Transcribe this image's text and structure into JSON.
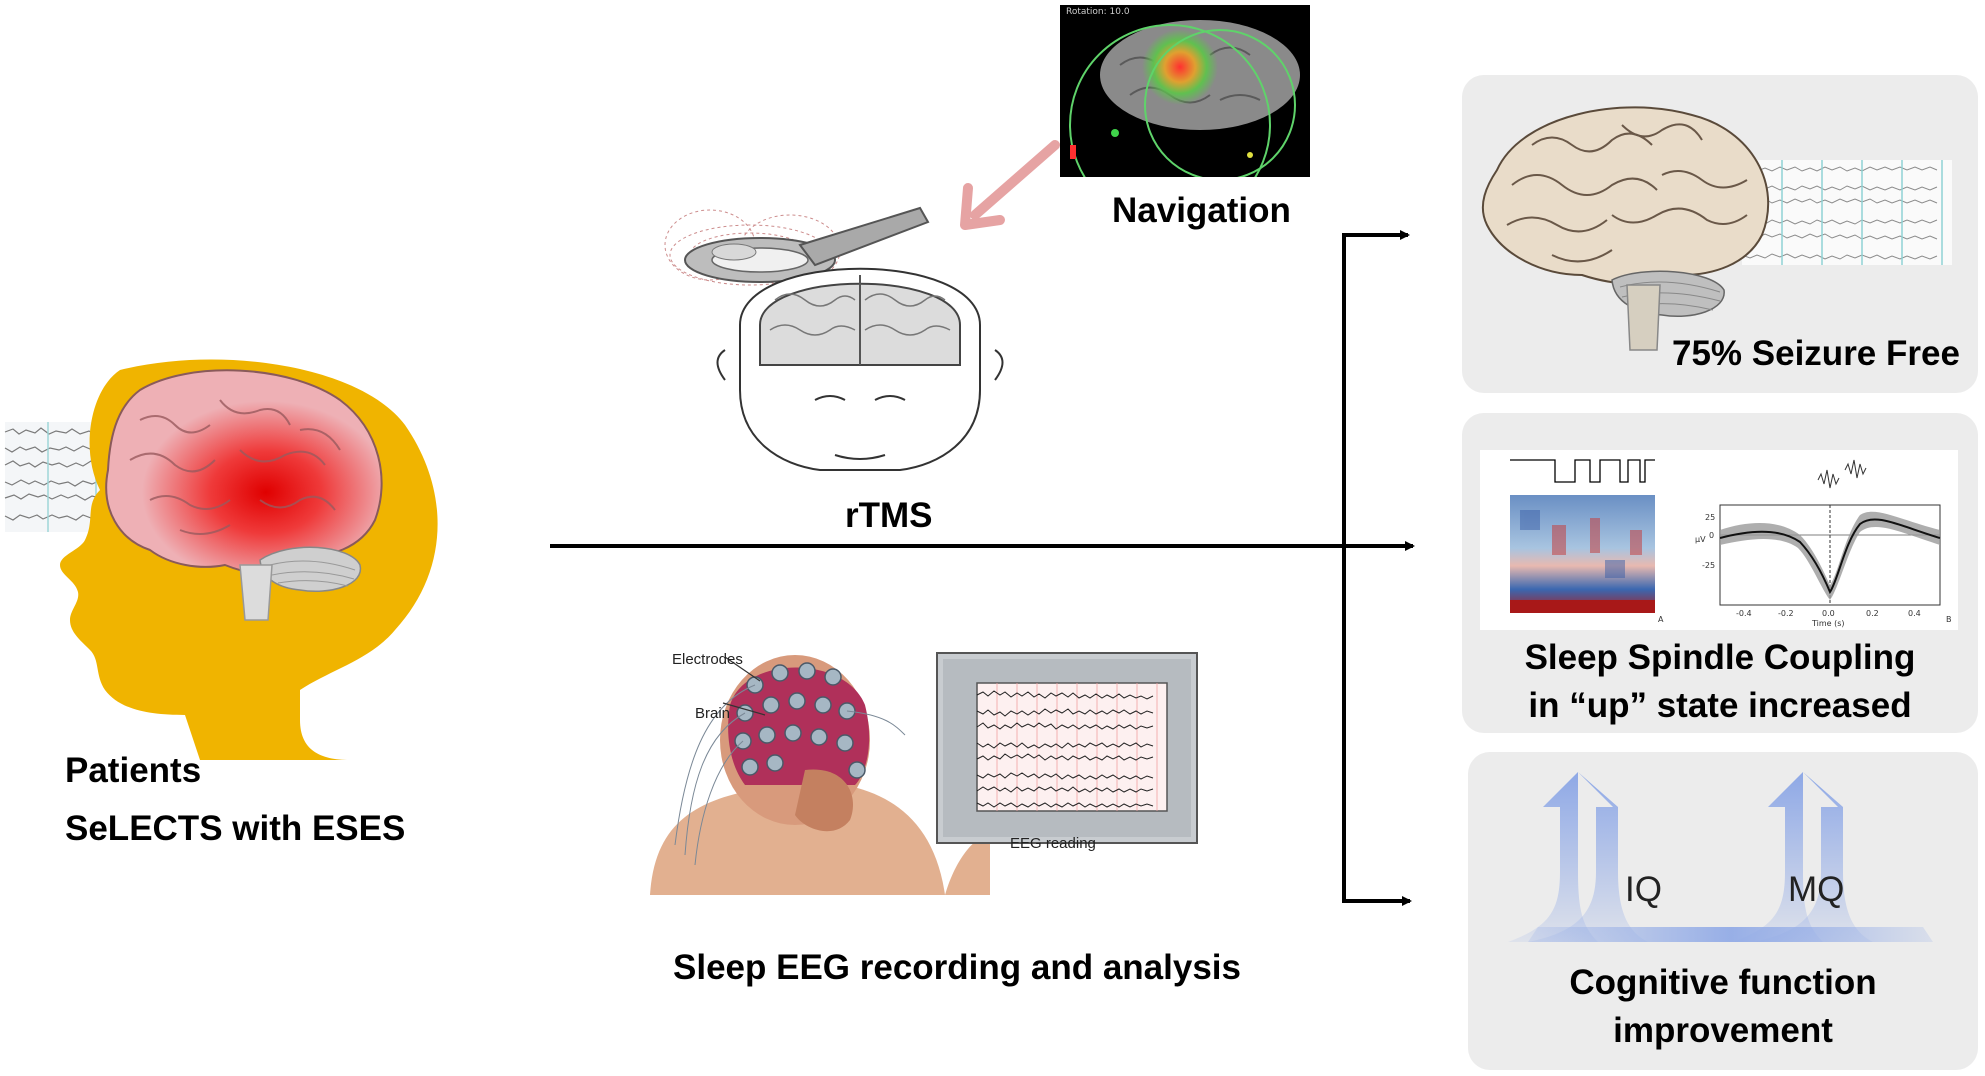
{
  "patient": {
    "line1": "Patients",
    "line2": "SeLECTS with ESES"
  },
  "rtms": {
    "label": "rTMS"
  },
  "navigation": {
    "label": "Navigation",
    "overlay_text": "Rotation: 10.0"
  },
  "eeg": {
    "caption": "Sleep EEG recording and analysis",
    "electrodes_label": "Electrodes",
    "brain_label": "Brain",
    "reading_label": "EEG reading"
  },
  "outcomes": {
    "seizure": {
      "label": "75% Seizure Free"
    },
    "spindle": {
      "line1": "Sleep Spindle Coupling",
      "line2": "in “up” state increased",
      "panel_a": "A",
      "panel_b": "B",
      "x_axis": "Time (s)",
      "x_ticks": [
        "-0.4",
        "-0.2",
        "0.0",
        "0.2",
        "0.4"
      ],
      "y_ticks": [
        "25",
        "0",
        "-25"
      ],
      "y_axis": "µV"
    },
    "cognitive": {
      "iq": "IQ",
      "mq": "MQ",
      "line1": "Cognitive function",
      "line2": "improvement"
    }
  },
  "colors": {
    "head_yellow": "#f0b400",
    "brain_pink": "#eeb0b5",
    "hotspot_red": "#e00000",
    "arrow_blue": "#8ea8e6",
    "panel_gray": "#ececec",
    "coil_gray": "#a9a9a9"
  }
}
